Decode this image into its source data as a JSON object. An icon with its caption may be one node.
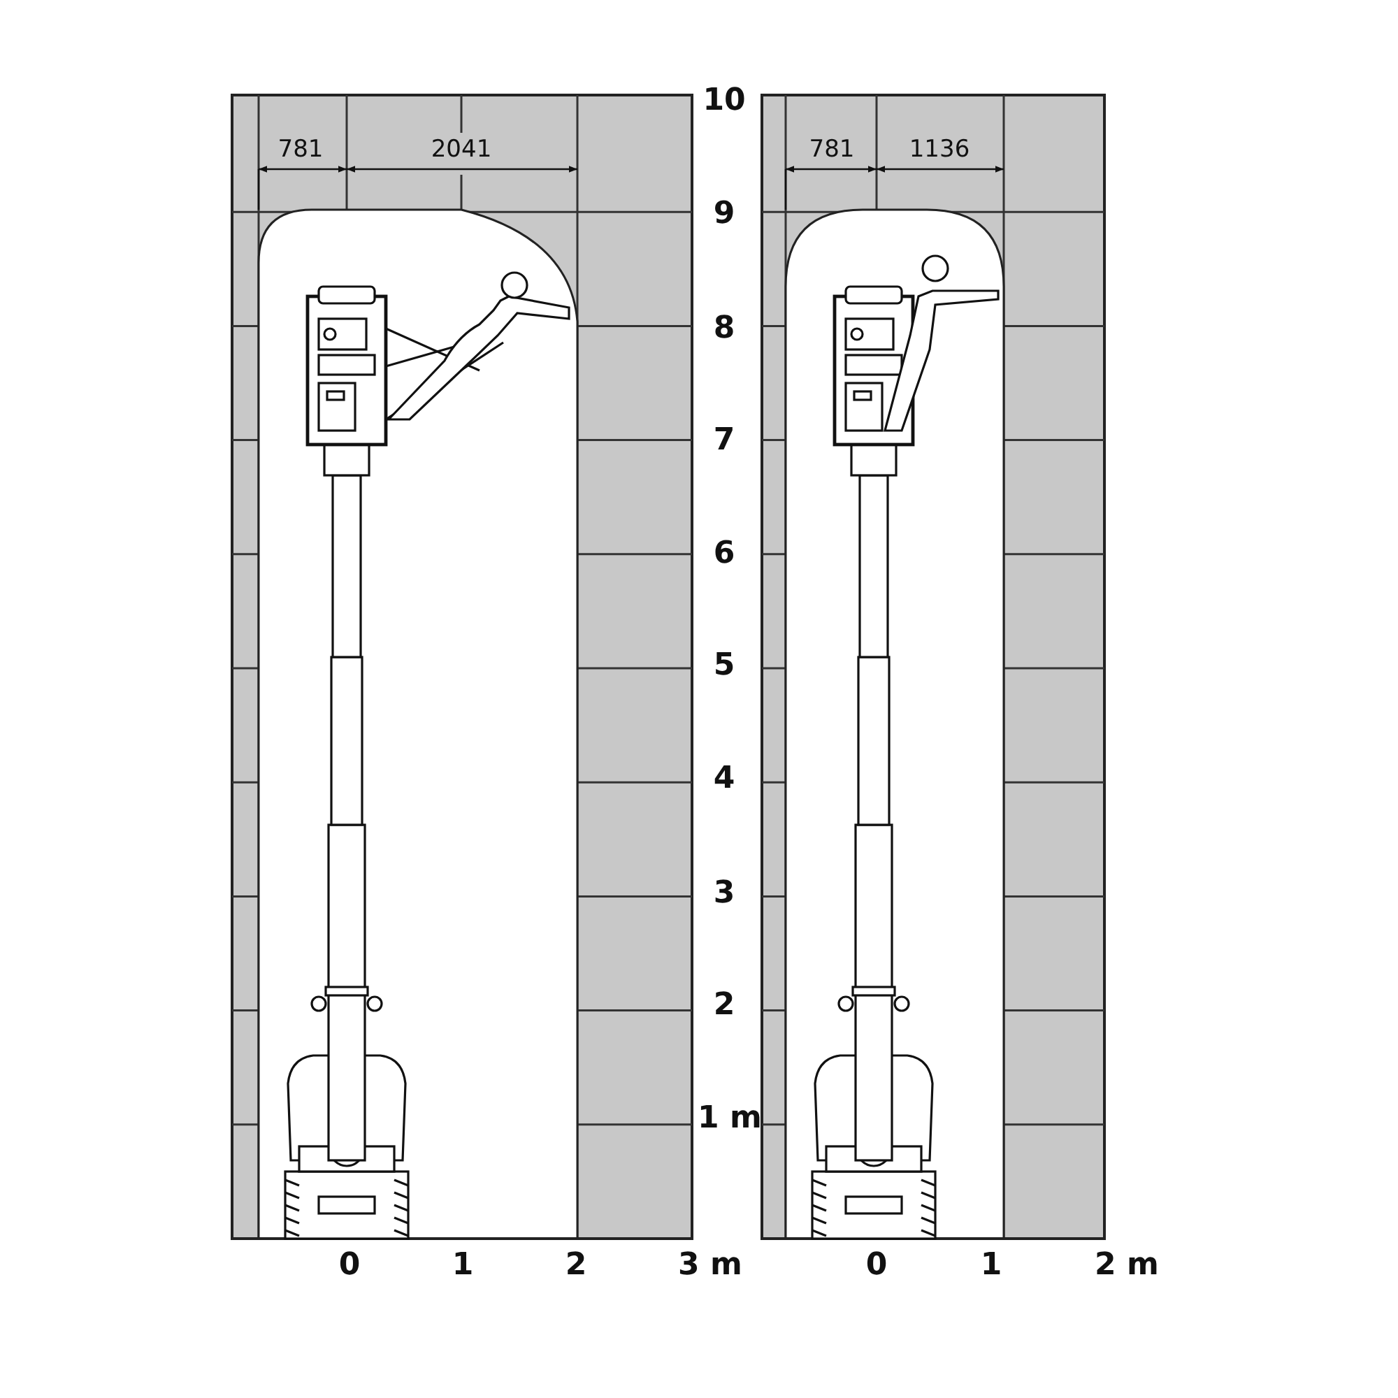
{
  "diagram": {
    "labels": [
      "10",
      "781",
      "2041",
      "781",
      "1136",
      "9",
      "8",
      "7",
      "6",
      "5",
      "4",
      "3",
      "2",
      "1 m",
      "0",
      "1",
      "2",
      "3 m",
      "0",
      "1",
      "2 m"
    ]
  }
}
